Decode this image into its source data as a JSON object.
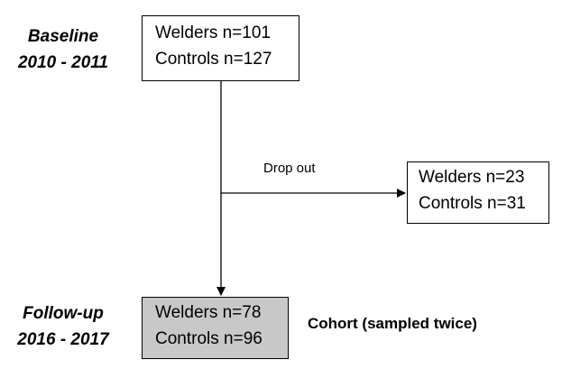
{
  "phases": {
    "baseline": {
      "title": "Baseline",
      "years": "2010 - 2011"
    },
    "followup": {
      "title": "Follow-up",
      "years": "2016 - 2017"
    }
  },
  "boxes": {
    "baseline": {
      "welders": "Welders n=101",
      "controls": "Controls n=127"
    },
    "dropout": {
      "welders": "Welders n=23",
      "controls": "Controls n=31"
    },
    "followup": {
      "welders": "Welders n=78",
      "controls": "Controls n=96",
      "fill": "#c8c8c8"
    }
  },
  "labels": {
    "dropout": "Drop out",
    "cohort": "Cohort (sampled twice)"
  }
}
